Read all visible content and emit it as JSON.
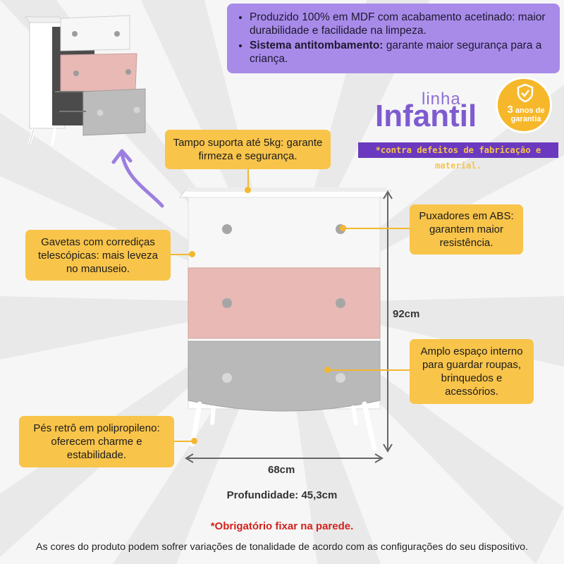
{
  "top_box": {
    "bullet1": "Produzido 100% em MDF com acabamento acetinado: maior durabilidade e facilidade na limpeza.",
    "bullet2_bold": "Sistema antitombamento:",
    "bullet2_rest": " garante maior segurança para a criança."
  },
  "brand": {
    "linha": "linha",
    "infantil": "Infantil",
    "badge_number": "3",
    "badge_line1": "anos de",
    "badge_line2": "garantia",
    "warranty_note": "*contra defeitos de fabricação e material."
  },
  "callouts": {
    "top": "Tampo suporta até 5kg: garante firmeza e segurança.",
    "drawers": "Gavetas com corrediças telescópicas: mais leveza no manuseio.",
    "handles": "Puxadores em ABS: garantem maior resistência.",
    "space": "Amplo espaço interno para guardar roupas, brinquedos e acessórios.",
    "feet": "Pés retrô em polipropileno: oferecem charme e estabilidade."
  },
  "dimensions": {
    "height": "92cm",
    "width": "68cm",
    "depth": "Profundidade: 45,3cm"
  },
  "warning": "*Obrigatório fixar na parede.",
  "footer": "As cores do produto podem sofrer variações de tonalidade de acordo com as configurações do seu dispositivo.",
  "colors": {
    "purple_box": "#a88be9",
    "brand_purple": "#7e5bd1",
    "callout_yellow": "#f8c44a",
    "drawer_white": "#f7f7f7",
    "drawer_pink": "#e8b9b5",
    "drawer_gray": "#b9b9b9",
    "warning_red": "#d2221d"
  }
}
